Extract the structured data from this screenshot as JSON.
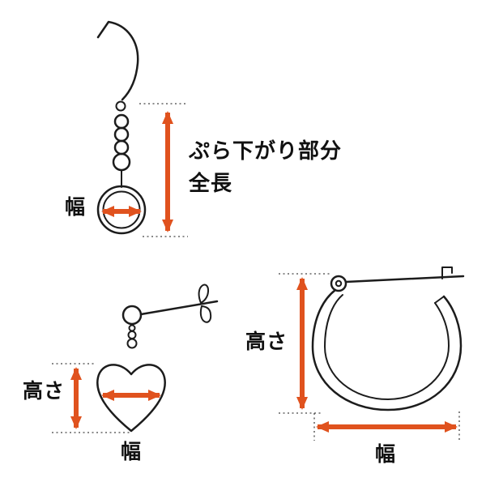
{
  "colors": {
    "arrow": "#e0521e",
    "line": "#1c1c1c",
    "background": "#ffffff"
  },
  "hook_earring": {
    "width_label": "幅",
    "length_label_line1": "ぷら下がり部分",
    "length_label_line2": "全長"
  },
  "heart_earring": {
    "height_label": "高さ",
    "width_label": "幅"
  },
  "hoop_earring": {
    "height_label": "高さ",
    "width_label": "幅"
  }
}
